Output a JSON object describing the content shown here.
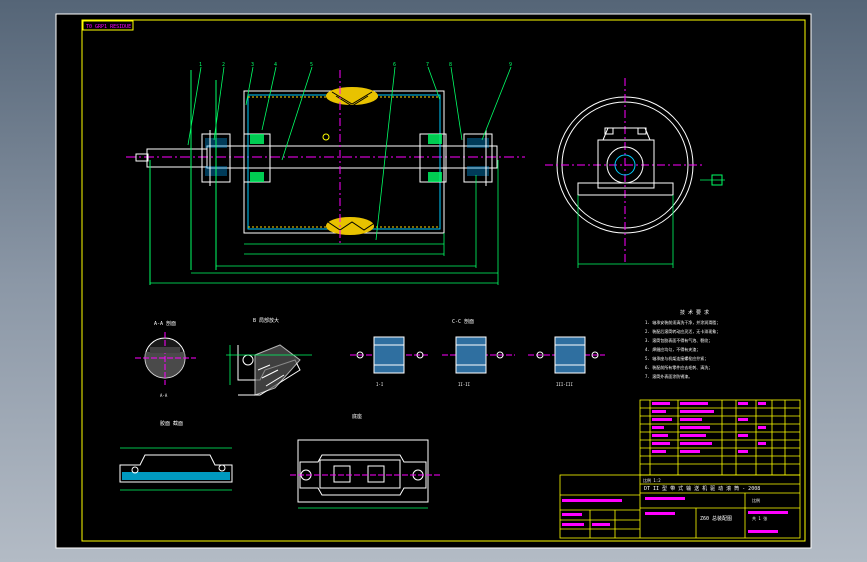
{
  "drawing_frame": {
    "corner_stamp": "T0 GRP1 RESIDUE"
  },
  "title_block": {
    "main_title": "DT II 型 带 式 输 送 机 驱 动 滚 筒 - 2008",
    "subtitle": "Z60 总装配图",
    "row_label": "比例 1:2",
    "scale_label": "比例",
    "sheet_label": "共 1 张"
  },
  "tech_requirements": {
    "heading": "技 术 要 求",
    "items": [
      "1. 轴承安装前须清洗干净，并涂润滑脂；",
      "2. 装配后滚筒转动应灵活，无卡滞现象；",
      "3. 滚筒包胶表面不得有气泡、裂纹；",
      "4. 焊缝应均匀，不得有夹渣；",
      "5. 轴承座与机架连接螺栓应拧紧；",
      "6. 装配前所有零件应去毛刺、清洗；",
      "7. 滚筒外表面涂防锈漆。"
    ]
  },
  "views": {
    "section_a_label": "A-A 剖面",
    "detail_b_label": "B 局部放大",
    "detail_c_label": "C-C 剖面",
    "belt_section_label": "胶面 截面",
    "base_label": "底座",
    "shaft_caption": "A-A",
    "key_captions": [
      "I-I",
      "II-II",
      "III-III"
    ]
  },
  "part_numbers": [
    "1",
    "2",
    "3",
    "4",
    "5",
    "6",
    "7",
    "8",
    "9"
  ],
  "colors": {
    "frame": "#ffff00",
    "outline": "#ffffff",
    "centerline": "#ff00ff",
    "dimension": "#00ff66",
    "hatch": "#ffd700",
    "section": "#00ccff"
  }
}
